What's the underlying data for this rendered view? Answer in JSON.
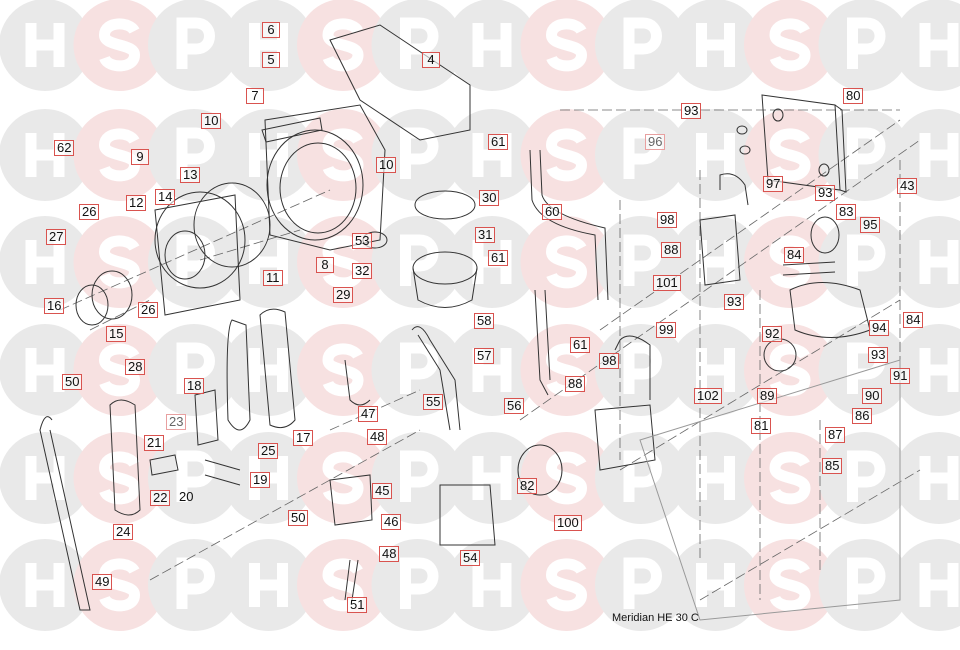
{
  "watermark": {
    "letters": [
      "H",
      "S",
      "P"
    ],
    "colors": {
      "H": "#e9e9e9",
      "S": "#f7e1e1",
      "P": "#e9e9e9"
    }
  },
  "accent_color": "#d9534f",
  "diagram_title": "Meridian HE 30 C",
  "callouts": [
    "6",
    "5",
    "7",
    "4",
    "10",
    "62",
    "9",
    "13",
    "14",
    "12",
    "26",
    "27",
    "16",
    "15",
    "26",
    "28",
    "11",
    "8",
    "10",
    "30",
    "53",
    "31",
    "32",
    "29",
    "61",
    "60",
    "61",
    "58",
    "57",
    "61",
    "56",
    "55",
    "47",
    "48",
    "45",
    "46",
    "50",
    "48",
    "51",
    "54",
    "17",
    "25",
    "18",
    "23",
    "21",
    "20",
    "22",
    "19",
    "24",
    "50",
    "49",
    "93",
    "96",
    "80",
    "97",
    "93",
    "98",
    "88",
    "101",
    "93",
    "83",
    "95",
    "43",
    "84",
    "84",
    "94",
    "92",
    "93",
    "91",
    "90",
    "89",
    "86",
    "87",
    "81",
    "85",
    "99",
    "98",
    "88",
    "102",
    "82",
    "100"
  ]
}
